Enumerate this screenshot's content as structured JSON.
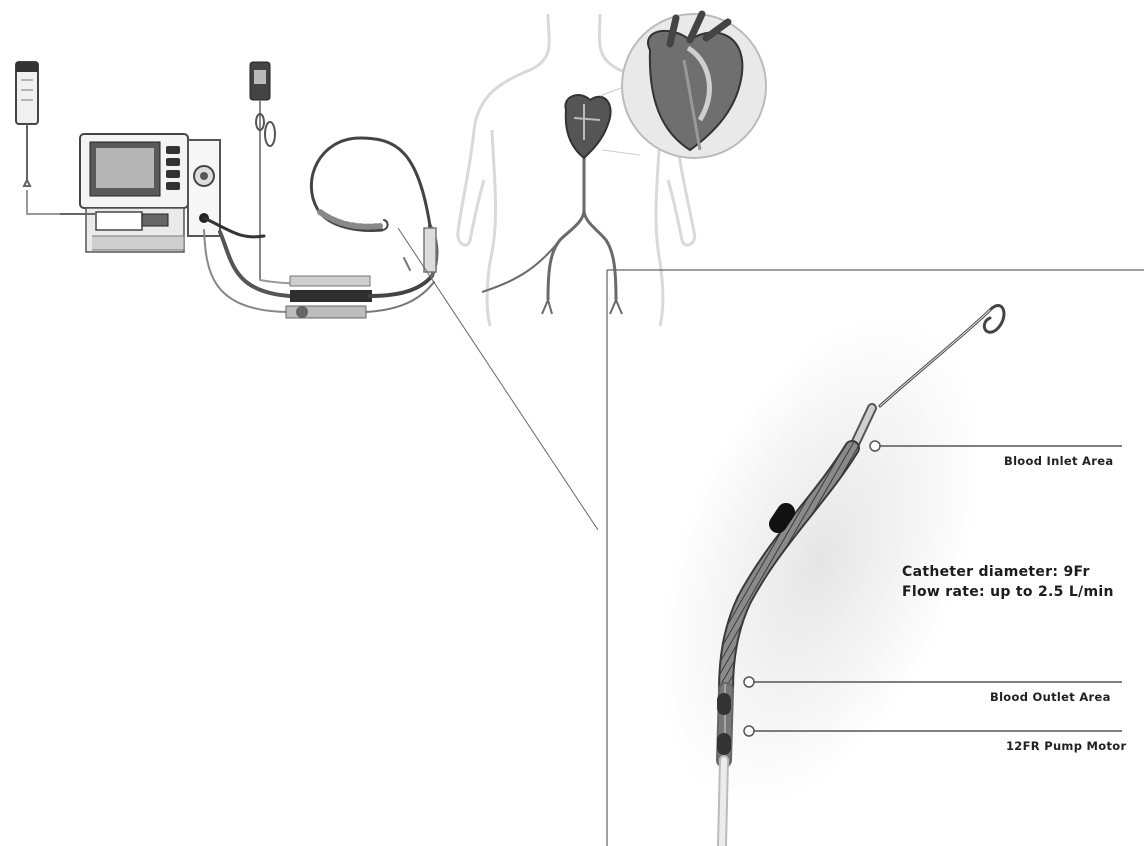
{
  "labels": {
    "blood_inlet": "Blood Inlet Area",
    "blood_outlet": "Blood Outlet Area",
    "pump_motor": "12FR Pump Motor",
    "catheter_diameter": "Catheter diameter: 9Fr",
    "flow_rate": "Flow rate: up to 2.5 L/min"
  },
  "colors": {
    "line": "#555555",
    "body_outline": "#d9d9d9",
    "dark": "#333333"
  },
  "icons": [
    "iv-bag-icon",
    "controller-console-icon",
    "purge-cassette-icon",
    "heart-icon",
    "human-body-outline-icon",
    "pump-catheter-icon"
  ]
}
